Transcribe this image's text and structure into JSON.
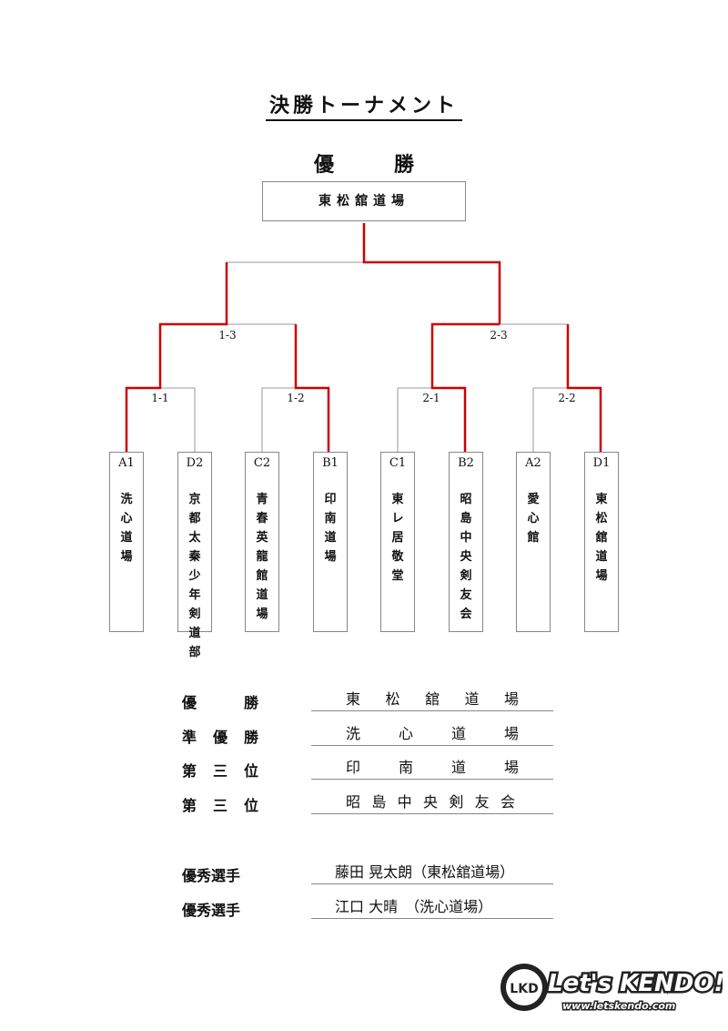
{
  "title": "決勝トーナメント",
  "champion": {
    "heading": "優　勝",
    "name": "東松舘道場"
  },
  "matches": [
    {
      "id": "1-1"
    },
    {
      "id": "1-2"
    },
    {
      "id": "2-1"
    },
    {
      "id": "2-2"
    },
    {
      "id": "1-3"
    },
    {
      "id": "2-3"
    }
  ],
  "teams": [
    {
      "seed": "A1",
      "name": "洗心道場"
    },
    {
      "seed": "D2",
      "name": "京都太秦少年剣道部"
    },
    {
      "seed": "C2",
      "name": "青春英龍館道場"
    },
    {
      "seed": "B1",
      "name": "印南道場"
    },
    {
      "seed": "C1",
      "name": "東レ居敬堂"
    },
    {
      "seed": "B2",
      "name": "昭島中央剣友会"
    },
    {
      "seed": "A2",
      "name": "愛心館"
    },
    {
      "seed": "D1",
      "name": "東松舘道場"
    }
  ],
  "results": [
    {
      "label": "優勝",
      "value": "東松舘道場"
    },
    {
      "label": "準優勝",
      "value": "洗心道場"
    },
    {
      "label": "第三位",
      "value": "印南道場"
    },
    {
      "label": "第三位",
      "value": "昭島中央剣友会"
    }
  ],
  "awards": [
    {
      "label": "優秀選手",
      "value": "藤田 晃太朗（東松舘道場）"
    },
    {
      "label": "優秀選手",
      "value": "江口 大晴　（洗心道場）"
    }
  ],
  "logo": {
    "badge": "LKD",
    "text": "Let's KENDO!",
    "url": "www.letskendo.com"
  },
  "colors": {
    "win_line": "#cc0000",
    "line": "#999999"
  }
}
